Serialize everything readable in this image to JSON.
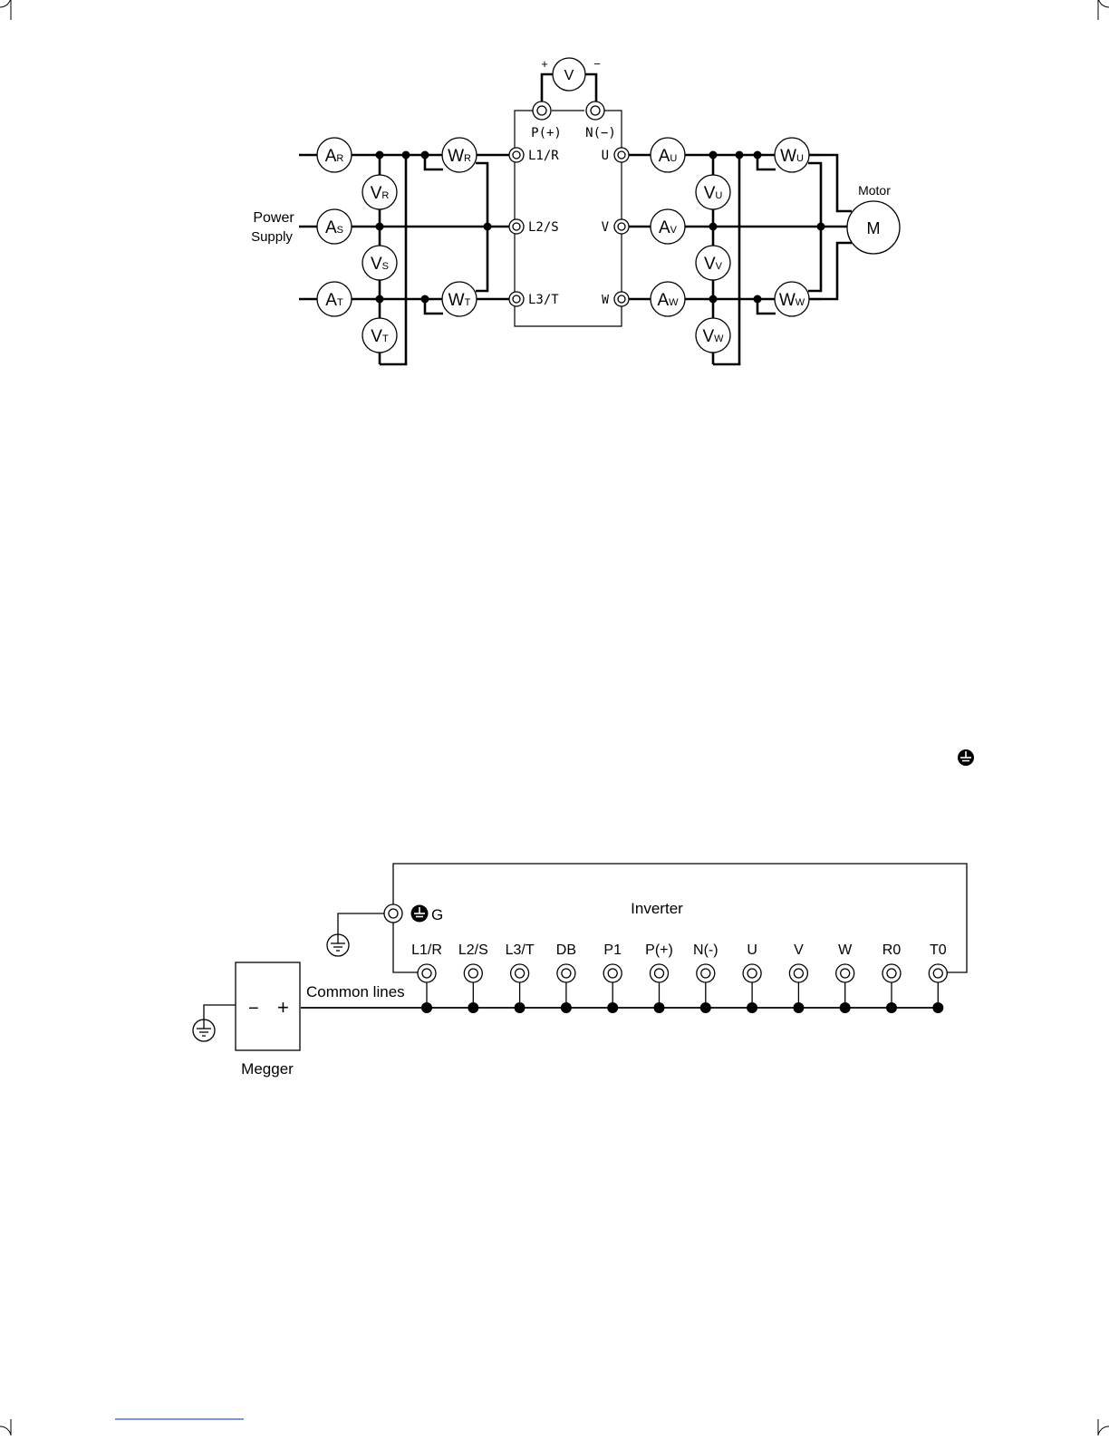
{
  "diagram1": {
    "meters": {
      "ar": {
        "letter": "A",
        "sub": "R"
      },
      "as": {
        "letter": "A",
        "sub": "S"
      },
      "at": {
        "letter": "A",
        "sub": "T"
      },
      "vr": {
        "letter": "V",
        "sub": "R"
      },
      "vs": {
        "letter": "V",
        "sub": "S"
      },
      "vt": {
        "letter": "V",
        "sub": "T"
      },
      "wr": {
        "letter": "W",
        "sub": "R"
      },
      "wt": {
        "letter": "W",
        "sub": "T"
      },
      "au": {
        "letter": "A",
        "sub": "U"
      },
      "av": {
        "letter": "A",
        "sub": "V"
      },
      "aw": {
        "letter": "A",
        "sub": "W"
      },
      "vu": {
        "letter": "V",
        "sub": "U"
      },
      "vv": {
        "letter": "V",
        "sub": "V"
      },
      "vw": {
        "letter": "V",
        "sub": "W"
      },
      "wu": {
        "letter": "W",
        "sub": "U"
      },
      "ww": {
        "letter": "W",
        "sub": "W"
      },
      "vdc": {
        "letter": "V",
        "sub": ""
      }
    },
    "dc_plus": "+",
    "dc_minus": "−",
    "terminal_p": "P(+)",
    "terminal_n": "N(−)",
    "input_terminals": [
      "L1/R",
      "L2/S",
      "L3/T"
    ],
    "output_terminals": [
      "U",
      "V",
      "W"
    ],
    "power_supply_line1": "Power",
    "power_supply_line2": "Supply",
    "motor_label": "Motor",
    "motor_symbol": "M"
  },
  "diagram2": {
    "inverter_label": "Inverter",
    "ground_terminal_label": "G",
    "terminals": [
      "L1/R",
      "L2/S",
      "L3/T",
      "DB",
      "P1",
      "P(+)",
      "N(-)",
      "U",
      "V",
      "W",
      "R0",
      "T0"
    ],
    "common_lines_label": "Common lines",
    "megger_label": "Megger",
    "megger_minus": "−",
    "megger_plus": "+"
  },
  "icons": [
    "protective-earth-icon",
    "ground-icon",
    "crop-mark-icon"
  ]
}
